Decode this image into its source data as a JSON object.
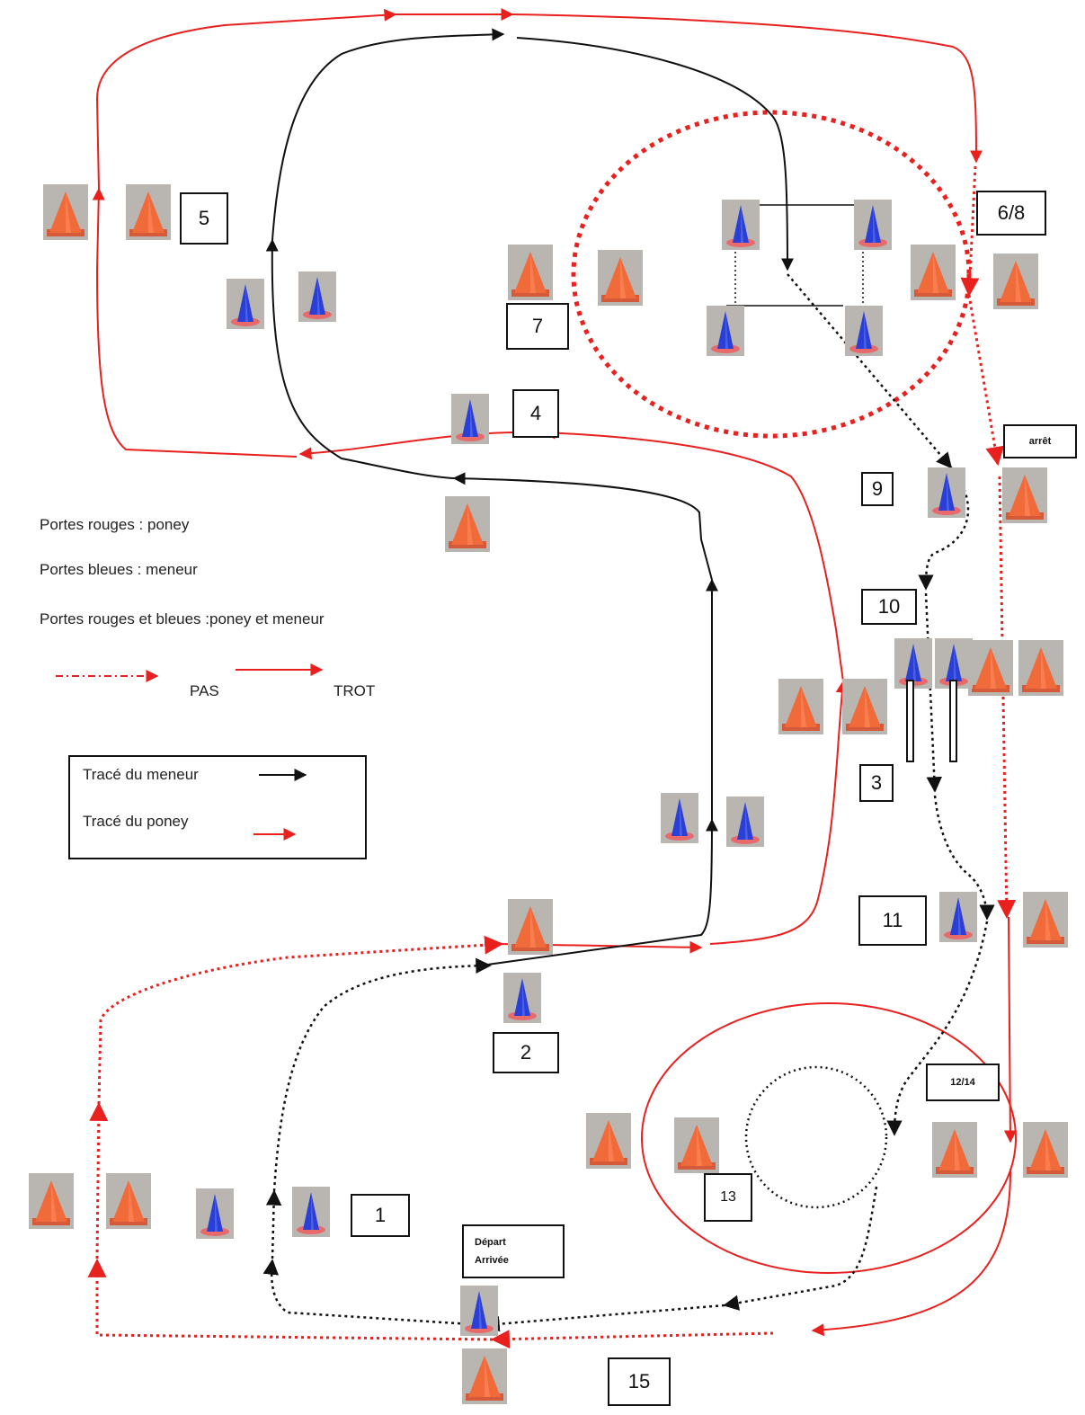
{
  "gate_labels": {
    "g1": "1",
    "g2": "2",
    "g3": "3",
    "g4": "4",
    "g5": "5",
    "g68": "6/8",
    "g7": "7",
    "g9": "9",
    "g10": "10",
    "g11": "11",
    "g1214": "12/14",
    "g13": "13",
    "g15": "15",
    "arret": "arrêt"
  },
  "start_finish": {
    "line1": "Départ",
    "line2": "Arrivée"
  },
  "legend": {
    "red_gates": "Portes rouges : poney",
    "blue_gates": "Portes bleues : meneur",
    "both_gates": "Portes rouges et bleues :poney et meneur",
    "walk": "PAS",
    "trot": "TROT",
    "driver_path": "Tracé du meneur",
    "pony_path": "Tracé du poney"
  },
  "colors": {
    "pony_red": "#e8201e",
    "driver_black": "#111111",
    "cone_orange": "#f06a3a",
    "cone_blue": "#2a3fd6",
    "photo_bg": "#b9b6b2"
  },
  "icons": {
    "red_cone": "orange-cone-icon",
    "blue_cone": "blue-cone-icon"
  }
}
